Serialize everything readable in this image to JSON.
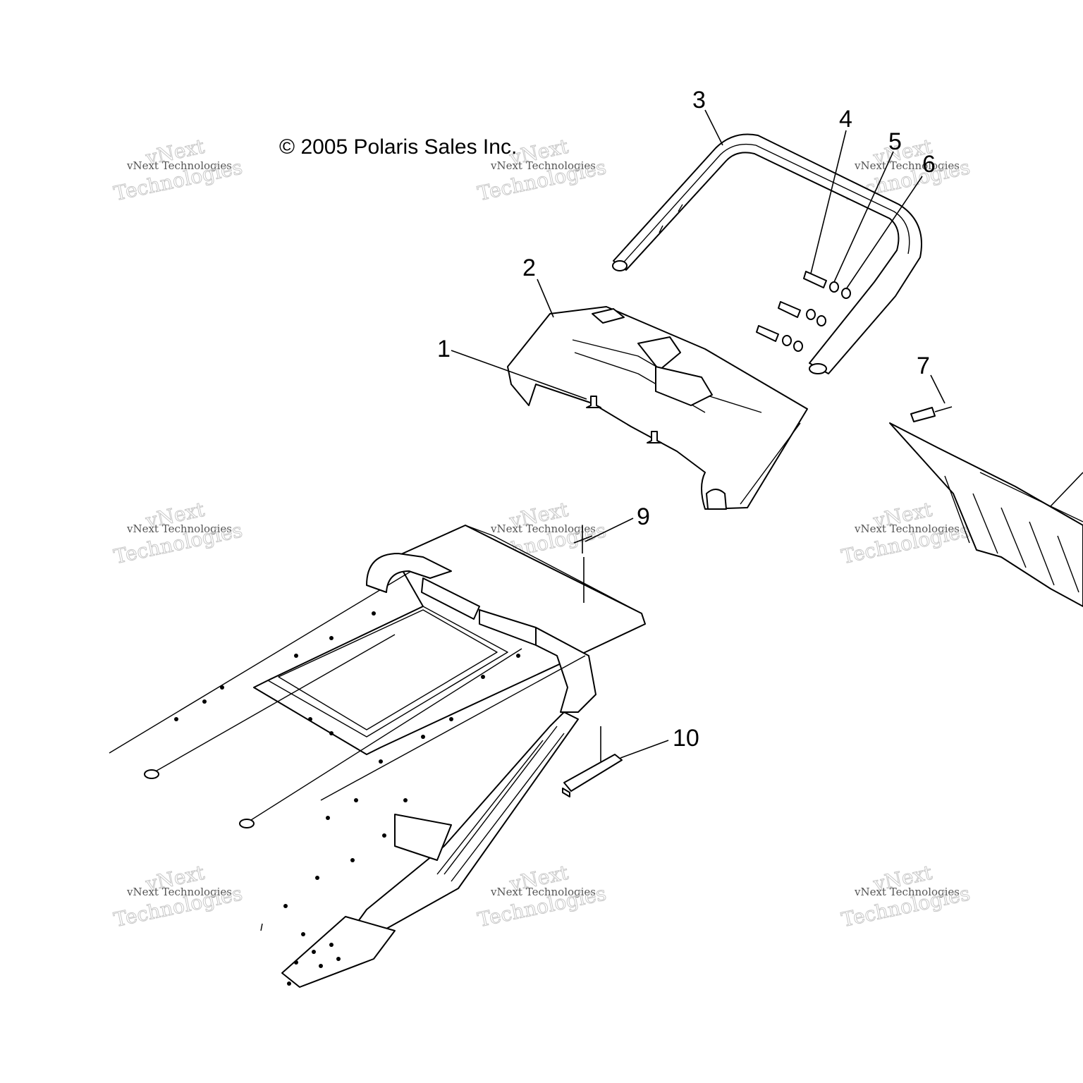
{
  "copyright": "© 2005 Polaris Sales Inc.",
  "callouts": [
    "1",
    "2",
    "3",
    "4",
    "5",
    "6",
    "7",
    "9",
    "10"
  ],
  "watermark": {
    "line1": "vNext Technologies",
    "line2": "vNext",
    "line3": "Technologies"
  },
  "colors": {
    "ink": "#000000",
    "background": "#ffffff",
    "watermark": "#c8c8c8"
  }
}
